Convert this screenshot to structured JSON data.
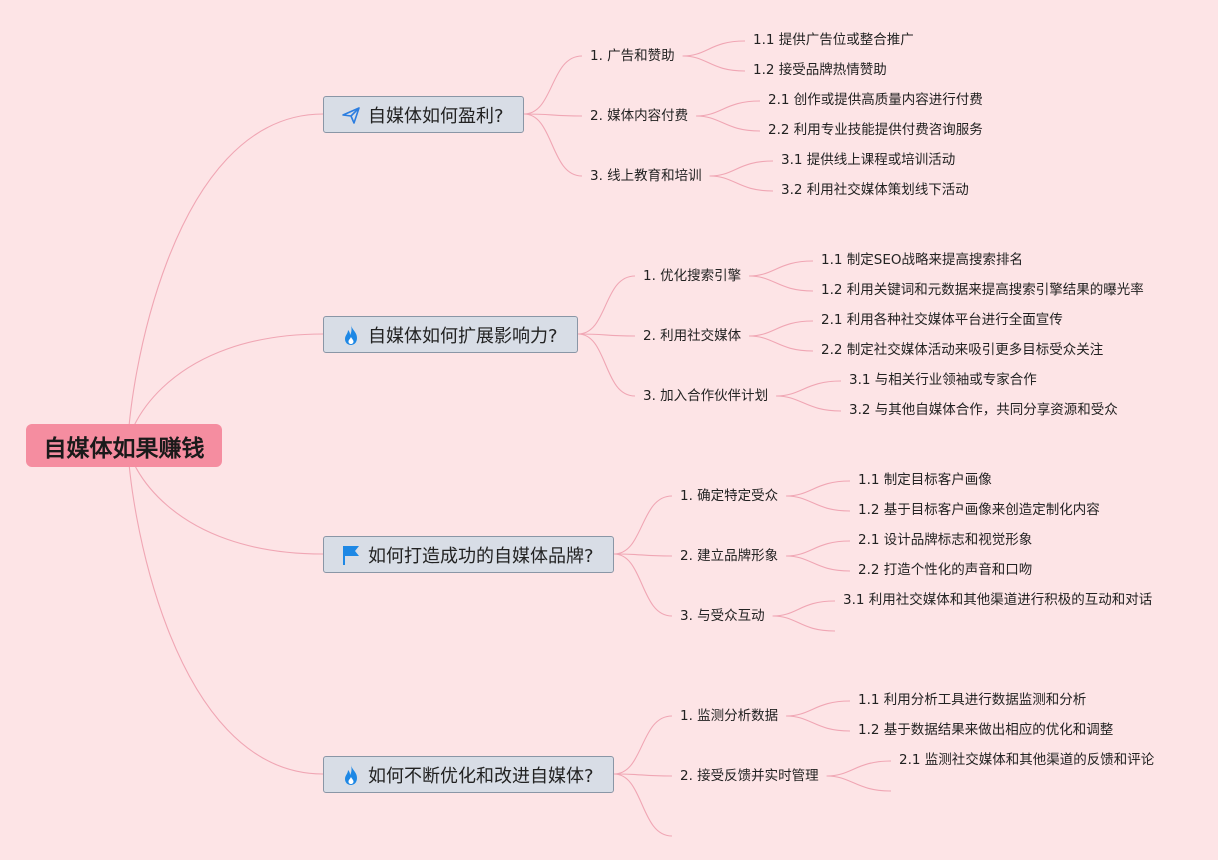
{
  "root": {
    "label": "自媒体如果赚钱"
  },
  "colors": {
    "background": "#fde4e6",
    "root": "#f58da0",
    "branch_bg": "#d8dde6",
    "branch_border": "#8a96a6",
    "connector": "#f0a6b4"
  },
  "branches": [
    {
      "icon": "paper-plane-icon",
      "label": "自媒体如何盈利?",
      "children": [
        {
          "label": "1. 广告和赞助",
          "children": [
            "1.1 提供广告位或整合推广",
            "1.2 接受品牌热情赞助"
          ]
        },
        {
          "label": "2. 媒体内容付费",
          "children": [
            "2.1 创作或提供高质量内容进行付费",
            "2.2 利用专业技能提供付费咨询服务"
          ]
        },
        {
          "label": "3. 线上教育和培训",
          "children": [
            "3.1 提供线上课程或培训活动",
            "3.2 利用社交媒体策划线下活动"
          ]
        }
      ]
    },
    {
      "icon": "fire-icon",
      "label": "自媒体如何扩展影响力?",
      "children": [
        {
          "label": "1. 优化搜索引擎",
          "children": [
            "1.1 制定SEO战略来提高搜索排名",
            "1.2 利用关键词和元数据来提高搜索引擎结果的曝光率"
          ]
        },
        {
          "label": "2. 利用社交媒体",
          "children": [
            "2.1 利用各种社交媒体平台进行全面宣传",
            "2.2 制定社交媒体活动来吸引更多目标受众关注"
          ]
        },
        {
          "label": "3. 加入合作伙伴计划",
          "children": [
            "3.1 与相关行业领袖或专家合作",
            "3.2 与其他自媒体合作，共同分享资源和受众"
          ]
        }
      ]
    },
    {
      "icon": "flag-icon",
      "label": "如何打造成功的自媒体品牌?",
      "children": [
        {
          "label": "1. 确定特定受众",
          "children": [
            "1.1 制定目标客户画像",
            "1.2 基于目标客户画像来创造定制化内容"
          ]
        },
        {
          "label": "2. 建立品牌形象",
          "children": [
            "2.1 设计品牌标志和视觉形象",
            "2.2 打造个性化的声音和口吻"
          ]
        },
        {
          "label": "3. 与受众互动",
          "children": [
            "3.1 利用社交媒体和其他渠道进行积极的互动和对话",
            ""
          ]
        }
      ]
    },
    {
      "icon": "fire-icon",
      "label": "如何不断优化和改进自媒体?",
      "children": [
        {
          "label": "1. 监测分析数据",
          "children": [
            "1.1 利用分析工具进行数据监测和分析",
            "1.2 基于数据结果来做出相应的优化和调整"
          ]
        },
        {
          "label": "2. 接受反馈并实时管理",
          "children": [
            "2.1 监测社交媒体和其他渠道的反馈和评论",
            ""
          ]
        },
        {
          "label": "",
          "children": []
        }
      ]
    }
  ]
}
